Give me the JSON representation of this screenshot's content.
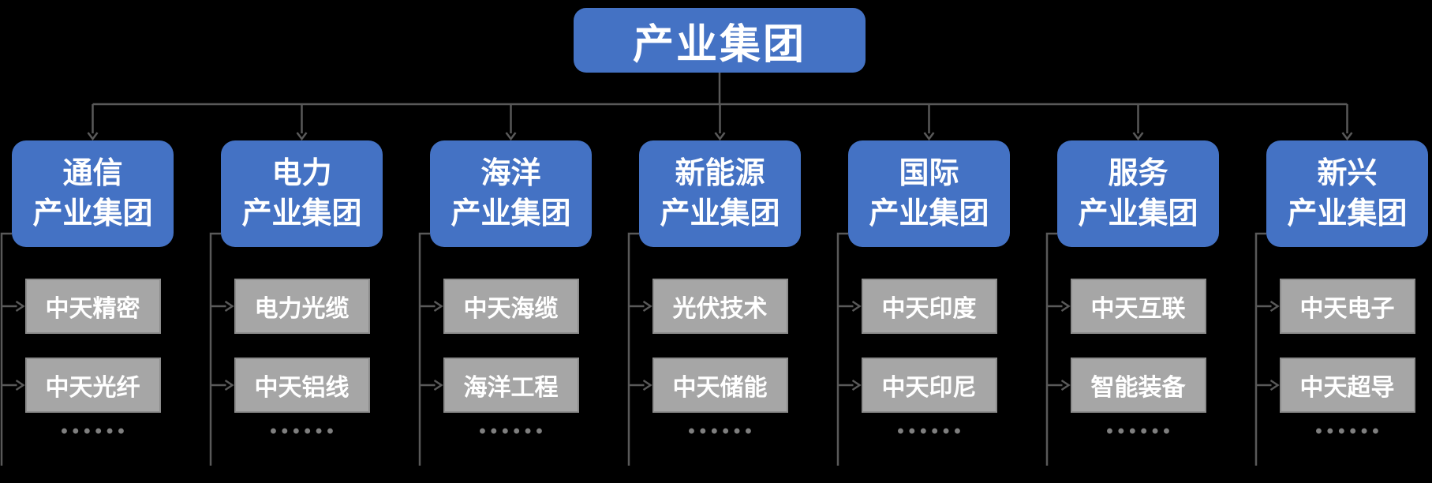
{
  "chart": {
    "type": "org-chart",
    "root": {
      "label": "产业集团"
    },
    "groups": [
      {
        "label_lines": [
          "通信",
          "产业集团"
        ],
        "children": [
          "中天精密",
          "中天光纤"
        ]
      },
      {
        "label_lines": [
          "电力",
          "产业集团"
        ],
        "children": [
          "电力光缆",
          "中天铝线"
        ]
      },
      {
        "label_lines": [
          "海洋",
          "产业集团"
        ],
        "children": [
          "中天海缆",
          "海洋工程"
        ]
      },
      {
        "label_lines": [
          "新能源",
          "产业集团"
        ],
        "children": [
          "光伏技术",
          "中天储能"
        ]
      },
      {
        "label_lines": [
          "国际",
          "产业集团"
        ],
        "children": [
          "中天印度",
          "中天印尼"
        ]
      },
      {
        "label_lines": [
          "服务",
          "产业集团"
        ],
        "children": [
          "中天互联",
          "智能装备"
        ]
      },
      {
        "label_lines": [
          "新兴",
          "产业集团"
        ],
        "children": [
          "中天电子",
          "中天超导"
        ]
      }
    ],
    "more_indicator": "••••••",
    "colors": {
      "node_fill": "#4472C4",
      "child_fill": "#A6A6A6",
      "child_border": "#8C8C8C",
      "connector": "#595959",
      "text": "#FFFFFF",
      "background": "#000000"
    }
  }
}
